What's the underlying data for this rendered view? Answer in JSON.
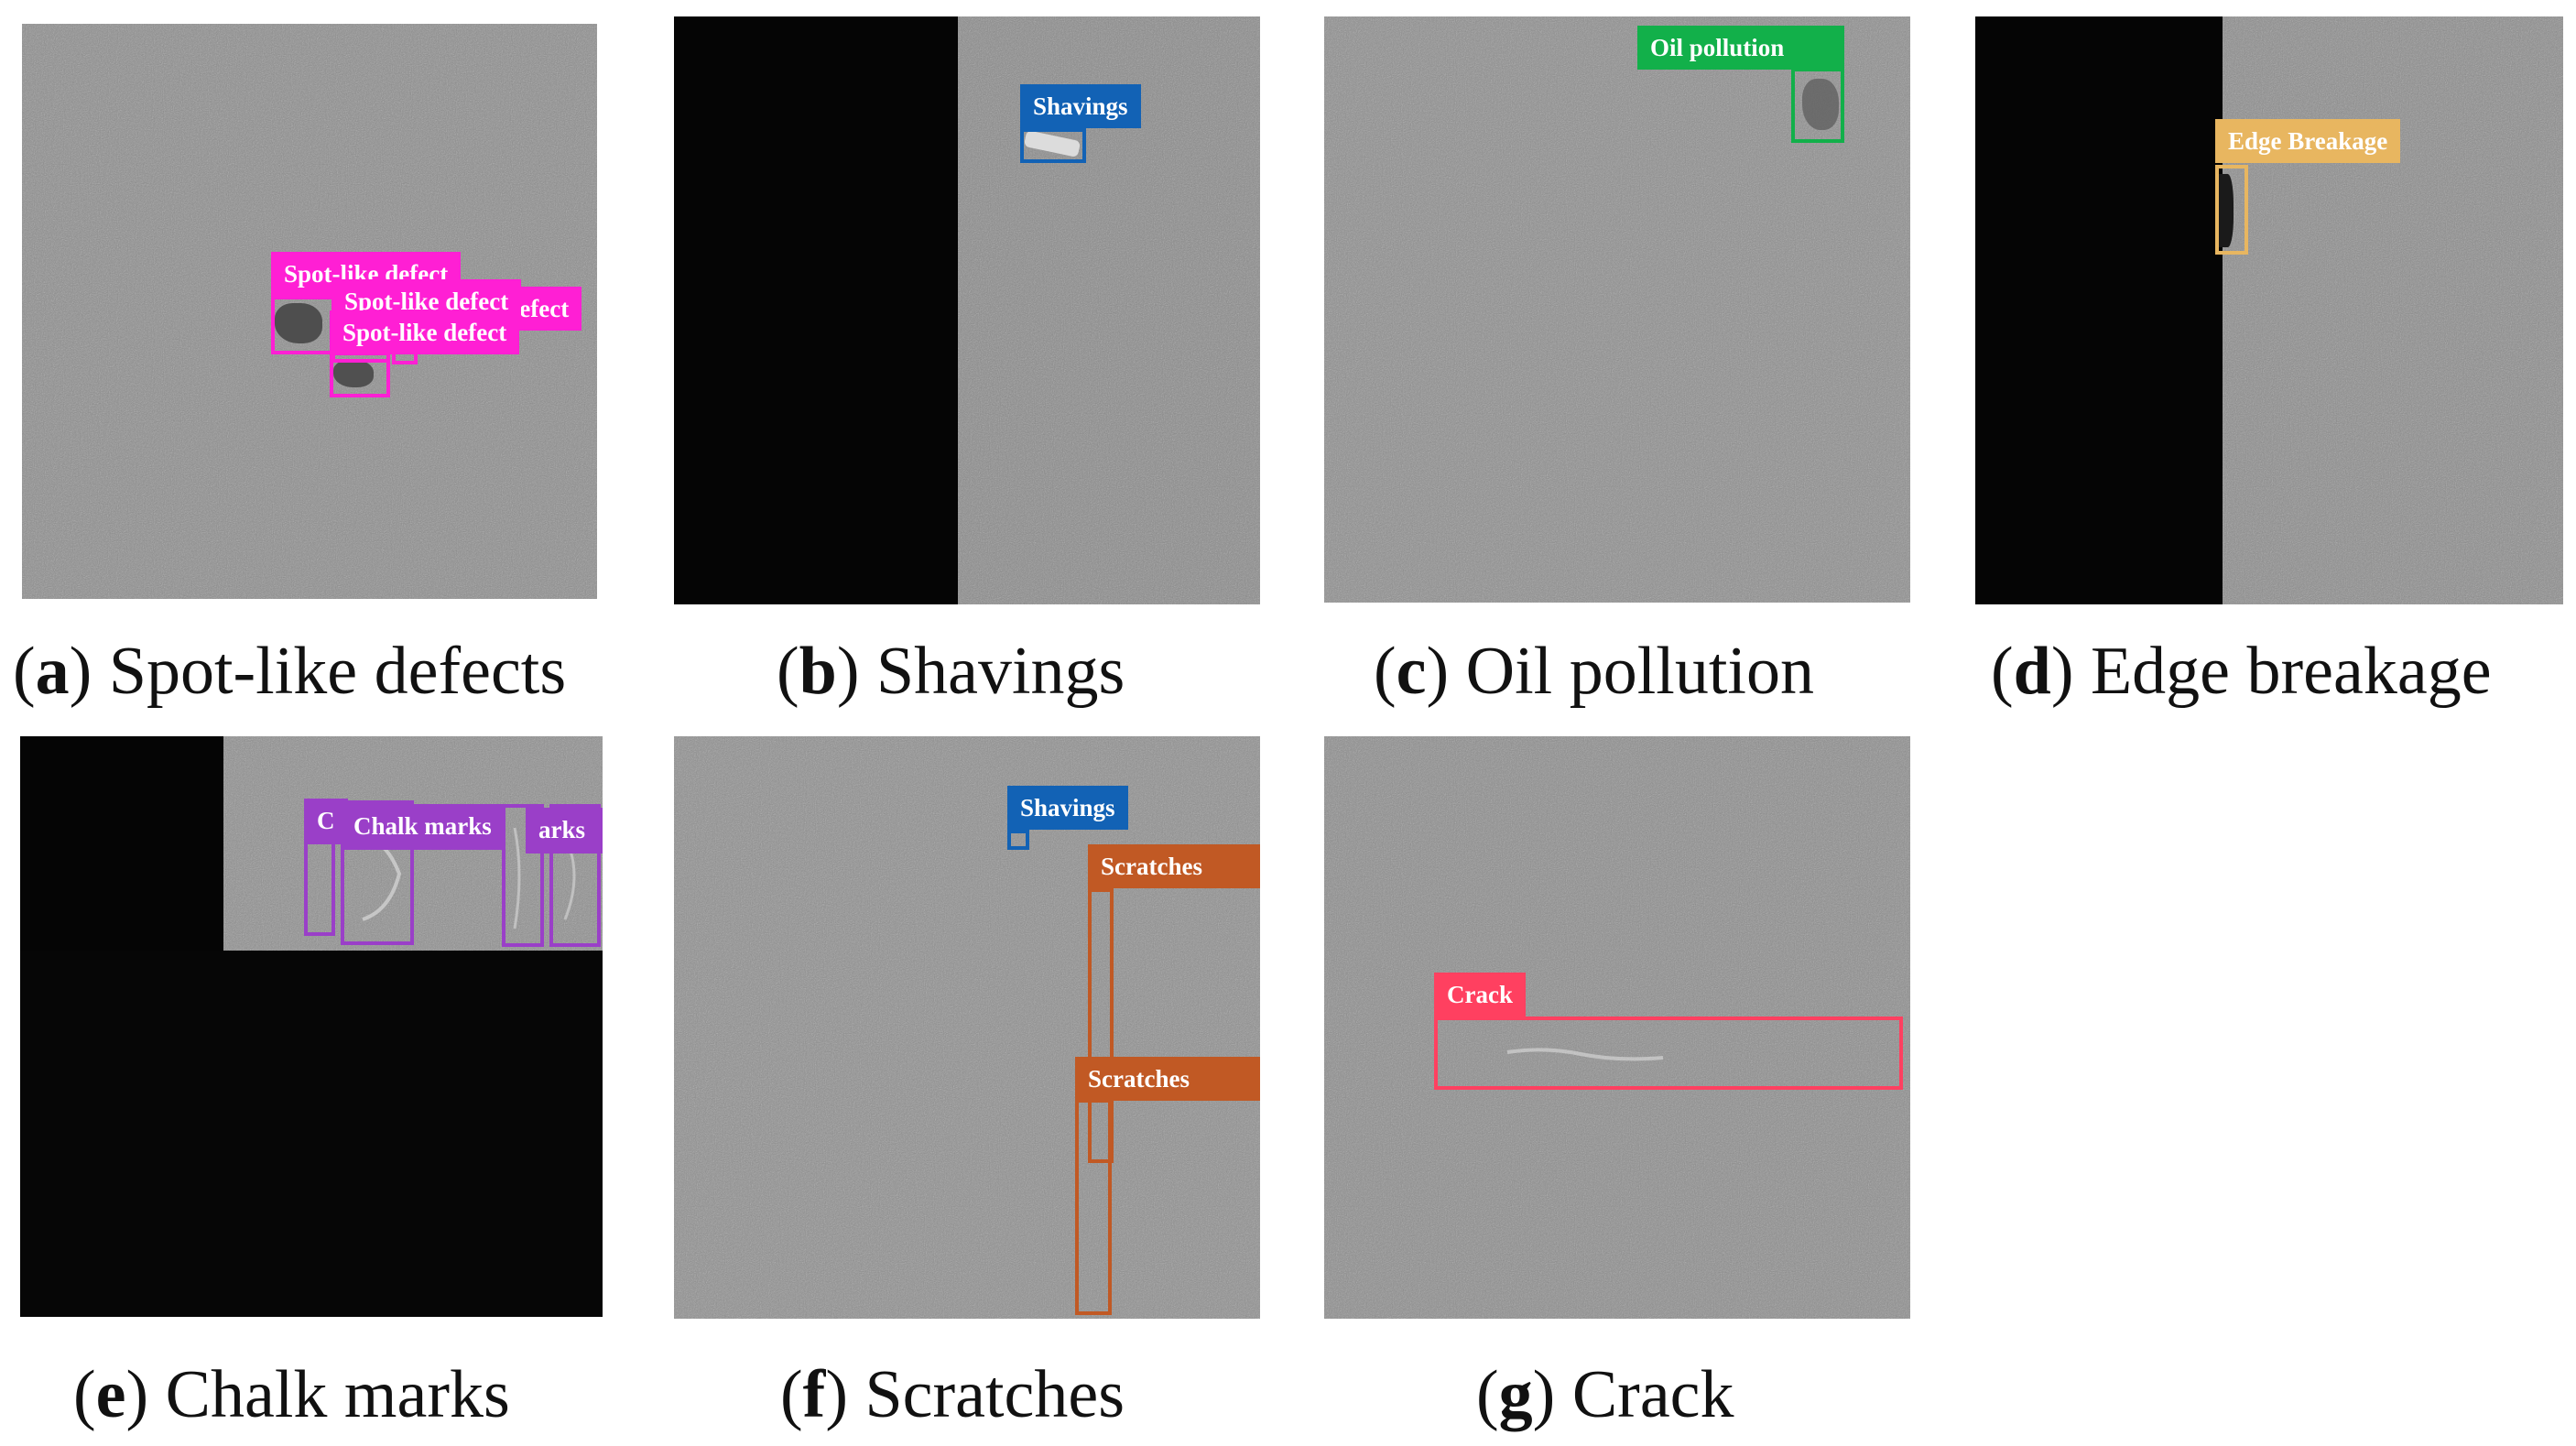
{
  "colors": {
    "spot": "#ff1fd4",
    "shavings": "#1262b5",
    "oil": "#12b04a",
    "edge": "#e8b660",
    "chalk": "#9a3fc8",
    "scratches": "#c15924",
    "crack": "#ff4060"
  },
  "panels": {
    "a": {
      "letter": "a",
      "caption": "Spot-like defects",
      "labels": [
        "Spot-like defect",
        "Spot-like defect",
        "Spot-like defect",
        "Spot-like defect"
      ]
    },
    "b": {
      "letter": "b",
      "caption": "Shavings",
      "labels": [
        "Shavings"
      ]
    },
    "c": {
      "letter": "c",
      "caption": "Oil pollution",
      "labels": [
        "Oil pollution"
      ]
    },
    "d": {
      "letter": "d",
      "caption": "Edge breakage",
      "labels": [
        "Edge Breakage"
      ]
    },
    "e": {
      "letter": "e",
      "caption": "Chalk marks",
      "labels": [
        "C",
        "Chalk marks",
        "arks"
      ]
    },
    "f": {
      "letter": "f",
      "caption": "Scratches",
      "labels": [
        "Shavings",
        "Scratches",
        "Scratches"
      ]
    },
    "g": {
      "letter": "g",
      "caption": "Crack",
      "labels": [
        "Crack"
      ]
    }
  }
}
